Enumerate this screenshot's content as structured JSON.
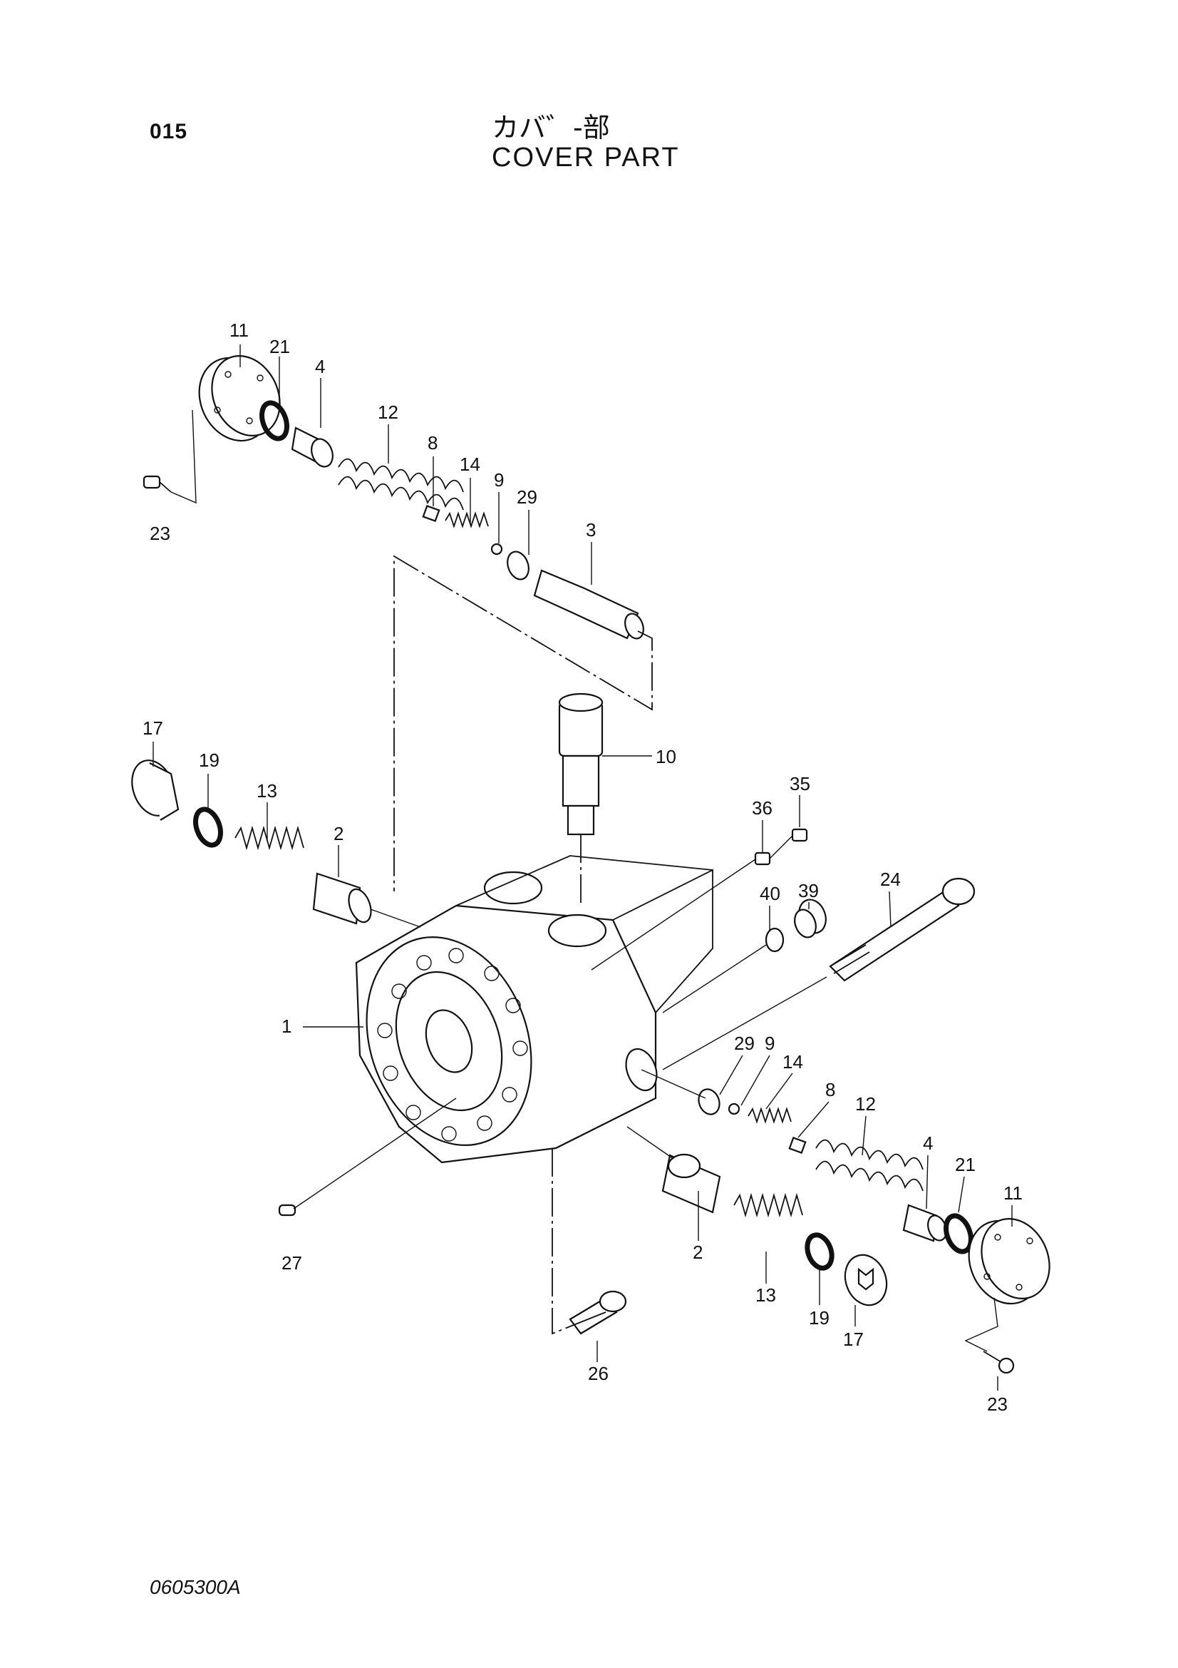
{
  "header": {
    "page_number": "015",
    "title_jp": "カバ゛-部",
    "title_en": "COVER PART"
  },
  "footer": {
    "drawing_code": "0605300A"
  },
  "callouts": {
    "c1": "1",
    "c2a": "2",
    "c2b": "2",
    "c3": "3",
    "c4a": "4",
    "c4b": "4",
    "c8a": "8",
    "c8b": "8",
    "c9a": "9",
    "c9b": "9",
    "c10": "10",
    "c11a": "11",
    "c11b": "11",
    "c12a": "12",
    "c12b": "12",
    "c13a": "13",
    "c13b": "13",
    "c14a": "14",
    "c14b": "14",
    "c17a": "17",
    "c17b": "17",
    "c19a": "19",
    "c19b": "19",
    "c21a": "21",
    "c21b": "21",
    "c23a": "23",
    "c23b": "23",
    "c24": "24",
    "c26": "26",
    "c27": "27",
    "c29a": "29",
    "c29b": "29",
    "c35": "35",
    "c36": "36",
    "c39": "39",
    "c40": "40"
  }
}
